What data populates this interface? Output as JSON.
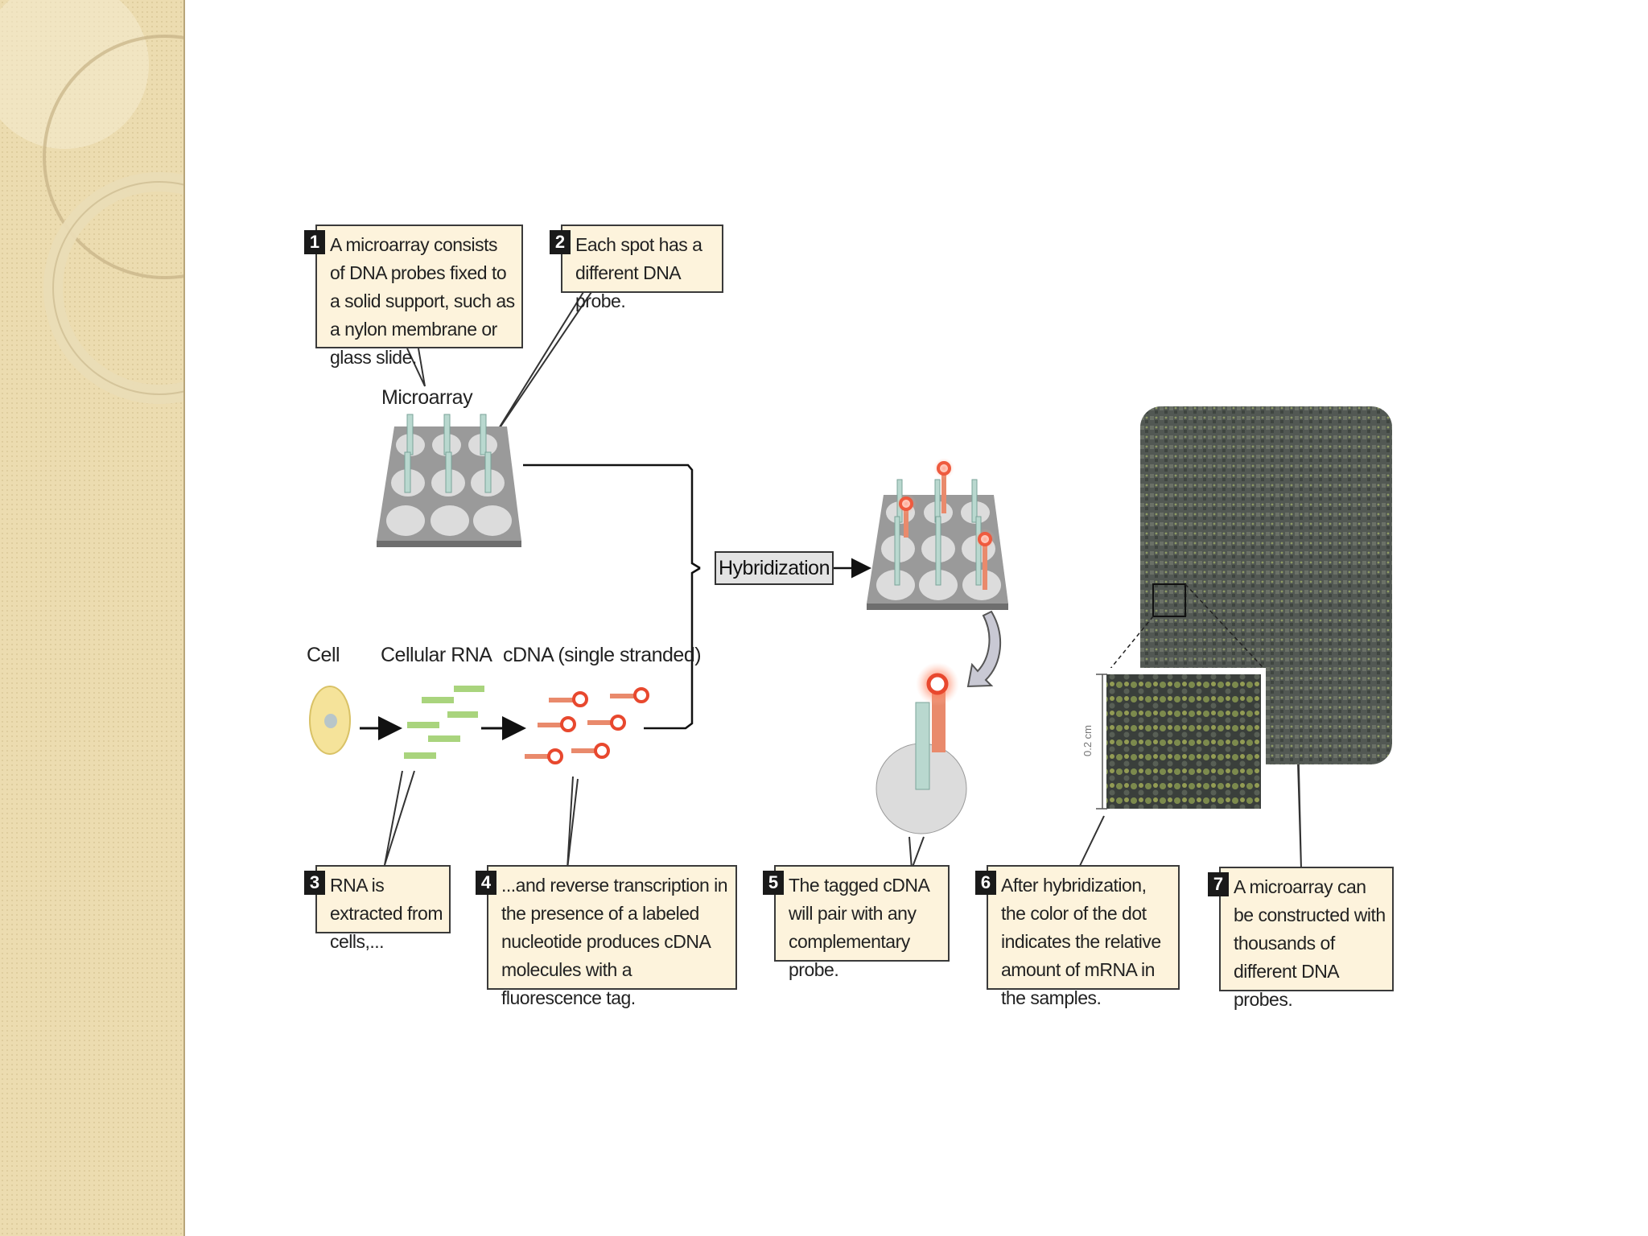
{
  "callouts": {
    "c1": {
      "num": "1",
      "text": "A microarray consists of DNA probes fixed to a solid support, such as a nylon membrane or glass slide."
    },
    "c2": {
      "num": "2",
      "text": "Each spot has a different DNA probe."
    },
    "c3": {
      "num": "3",
      "text": "RNA is extracted from cells,..."
    },
    "c4": {
      "num": "4",
      "text": "...and reverse transcription in the presence of a labeled nucleotide produces cDNA molecules with a fluorescence tag."
    },
    "c5": {
      "num": "5",
      "text": "The tagged cDNA will pair with any complementary probe."
    },
    "c6": {
      "num": "6",
      "text": "After hybridization, the color of the dot indicates the relative amount of mRNA in the samples."
    },
    "c7": {
      "num": "7",
      "text": "A microarray can be constructed with thousands of different DNA probes."
    }
  },
  "labels": {
    "microarray": "Microarray",
    "cell": "Cell",
    "cellular_rna": "Cellular RNA",
    "cdna": "cDNA (single stranded)",
    "hybridization": "Hybridization",
    "scale": "0.2 cm"
  },
  "colors": {
    "sidebar": "#ecdcb0",
    "callout_fill": "#fdf3dc",
    "probe": "#b9d8cf",
    "rna": "#a9d47d",
    "cdna": "#e98a6c",
    "tag": "#e8482e",
    "slide": "#9a9a9a",
    "spot": "#dcdcdc"
  }
}
